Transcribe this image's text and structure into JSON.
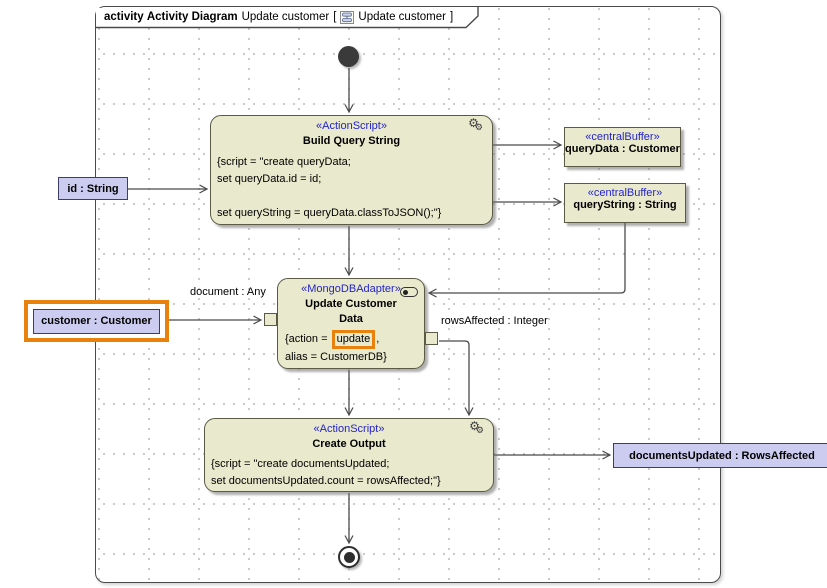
{
  "frame": {
    "keyword": "activity",
    "diagram_type": "Activity Diagram",
    "diagram_name": "Update customer",
    "open_bracket": "[",
    "context_name": "Update customer",
    "close_bracket": "]"
  },
  "actions": {
    "build_query": {
      "stereotype": "«ActionScript»",
      "name": "Build Query String",
      "body": [
        "{script = \"create queryData;",
        "set queryData.id = id;",
        "",
        "set queryString = queryData.classToJSON();\"}"
      ]
    },
    "update_customer": {
      "stereotype": "«MongoDBAdapter»",
      "name": "Update Customer Data",
      "action_prefix": "{action = ",
      "action_value": "update",
      "action_suffix": ",",
      "alias_line": "alias = CustomerDB}"
    },
    "create_output": {
      "stereotype": "«ActionScript»",
      "name": "Create Output",
      "body": [
        "{script = \"create documentsUpdated;",
        "set documentsUpdated.count = rowsAffected;\"}"
      ]
    }
  },
  "buffers": {
    "query_data": {
      "stereotype": "«centralBuffer»",
      "name": "queryData : Customer"
    },
    "query_string": {
      "stereotype": "«centralBuffer»",
      "name": "queryString : String"
    }
  },
  "parameters": {
    "id": "id : String",
    "customer": "customer : Customer",
    "documents_updated": "documentsUpdated : RowsAffected"
  },
  "pin_labels": {
    "document": "document : Any",
    "rows_affected": "rowsAffected : Integer"
  },
  "icons": {
    "gears": "⚙",
    "title_diagram_icon": "activity-diagram-icon",
    "adapter_icon": "adapter-pill-icon"
  },
  "colors": {
    "node_fill": "#e9e9cd",
    "node_border": "#5a5a45",
    "stereotype_text": "#2424cc",
    "param_fill": "#ccccf0",
    "param_border": "#3d3d66",
    "highlight_orange": "#e8820c",
    "line": "#4a4a4a"
  }
}
